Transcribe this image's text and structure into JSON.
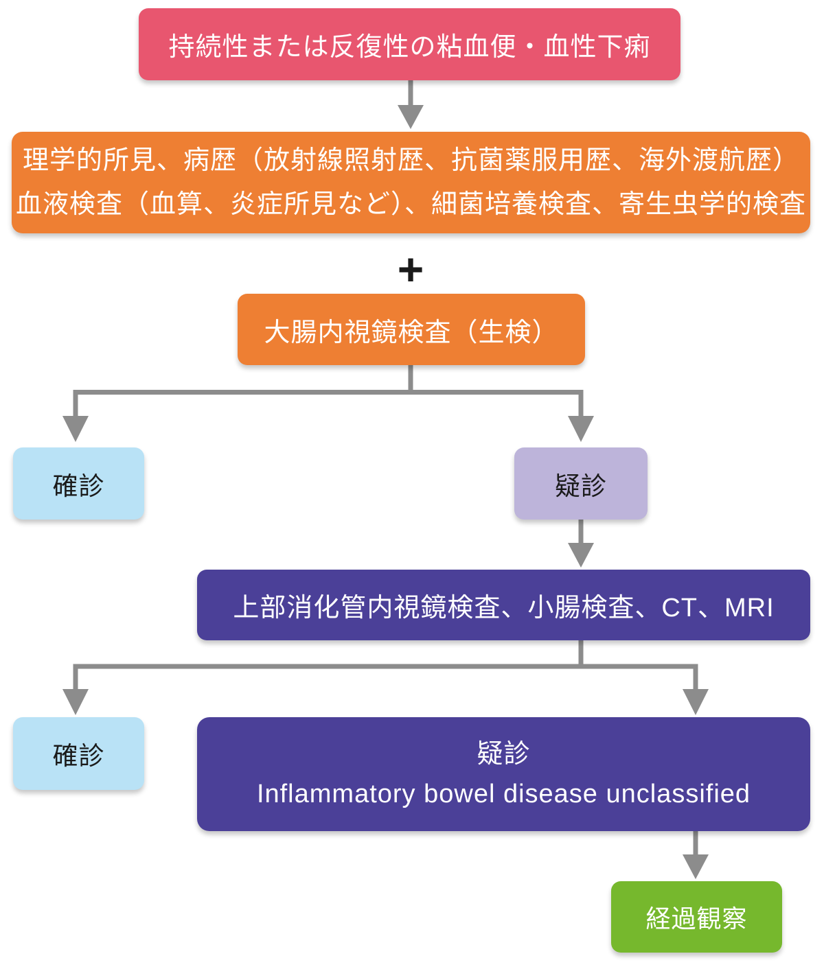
{
  "colors": {
    "symptom_pink": "#e8566f",
    "test_orange": "#ee7f33",
    "confirmed_blue": "#b9e2f6",
    "suspected_lavender": "#bdb4da",
    "deep_purple": "#4b4098",
    "followup_green": "#76b82d",
    "connector_gray": "#8c8c8c",
    "plus_black": "#1a1a1a",
    "text_dark": "#1a1a1a",
    "text_light": "#ffffff"
  },
  "nodes": {
    "symptom": {
      "label": "持続性または反復性の粘血便・血性下痢"
    },
    "workup": {
      "line1": "理学的所見、病歴（放射線照射歴、抗菌薬服用歴、海外渡航歴）",
      "line2": "血液検査（血算、炎症所見など）、細菌培養検査、寄生虫学的検査"
    },
    "plus_symbol": "+",
    "colonoscopy": {
      "label": "大腸内視鏡検査（生検）"
    },
    "confirmed_first": {
      "label": "確診"
    },
    "suspected_first": {
      "label": "疑診"
    },
    "additional_tests": {
      "label": "上部消化管内視鏡検査、小腸検査、CT、MRI"
    },
    "confirmed_second": {
      "label": "確診"
    },
    "suspected_second": {
      "line1": "疑診",
      "line2": "Inflammatory bowel disease unclassified"
    },
    "followup": {
      "label": "経過観察"
    }
  }
}
